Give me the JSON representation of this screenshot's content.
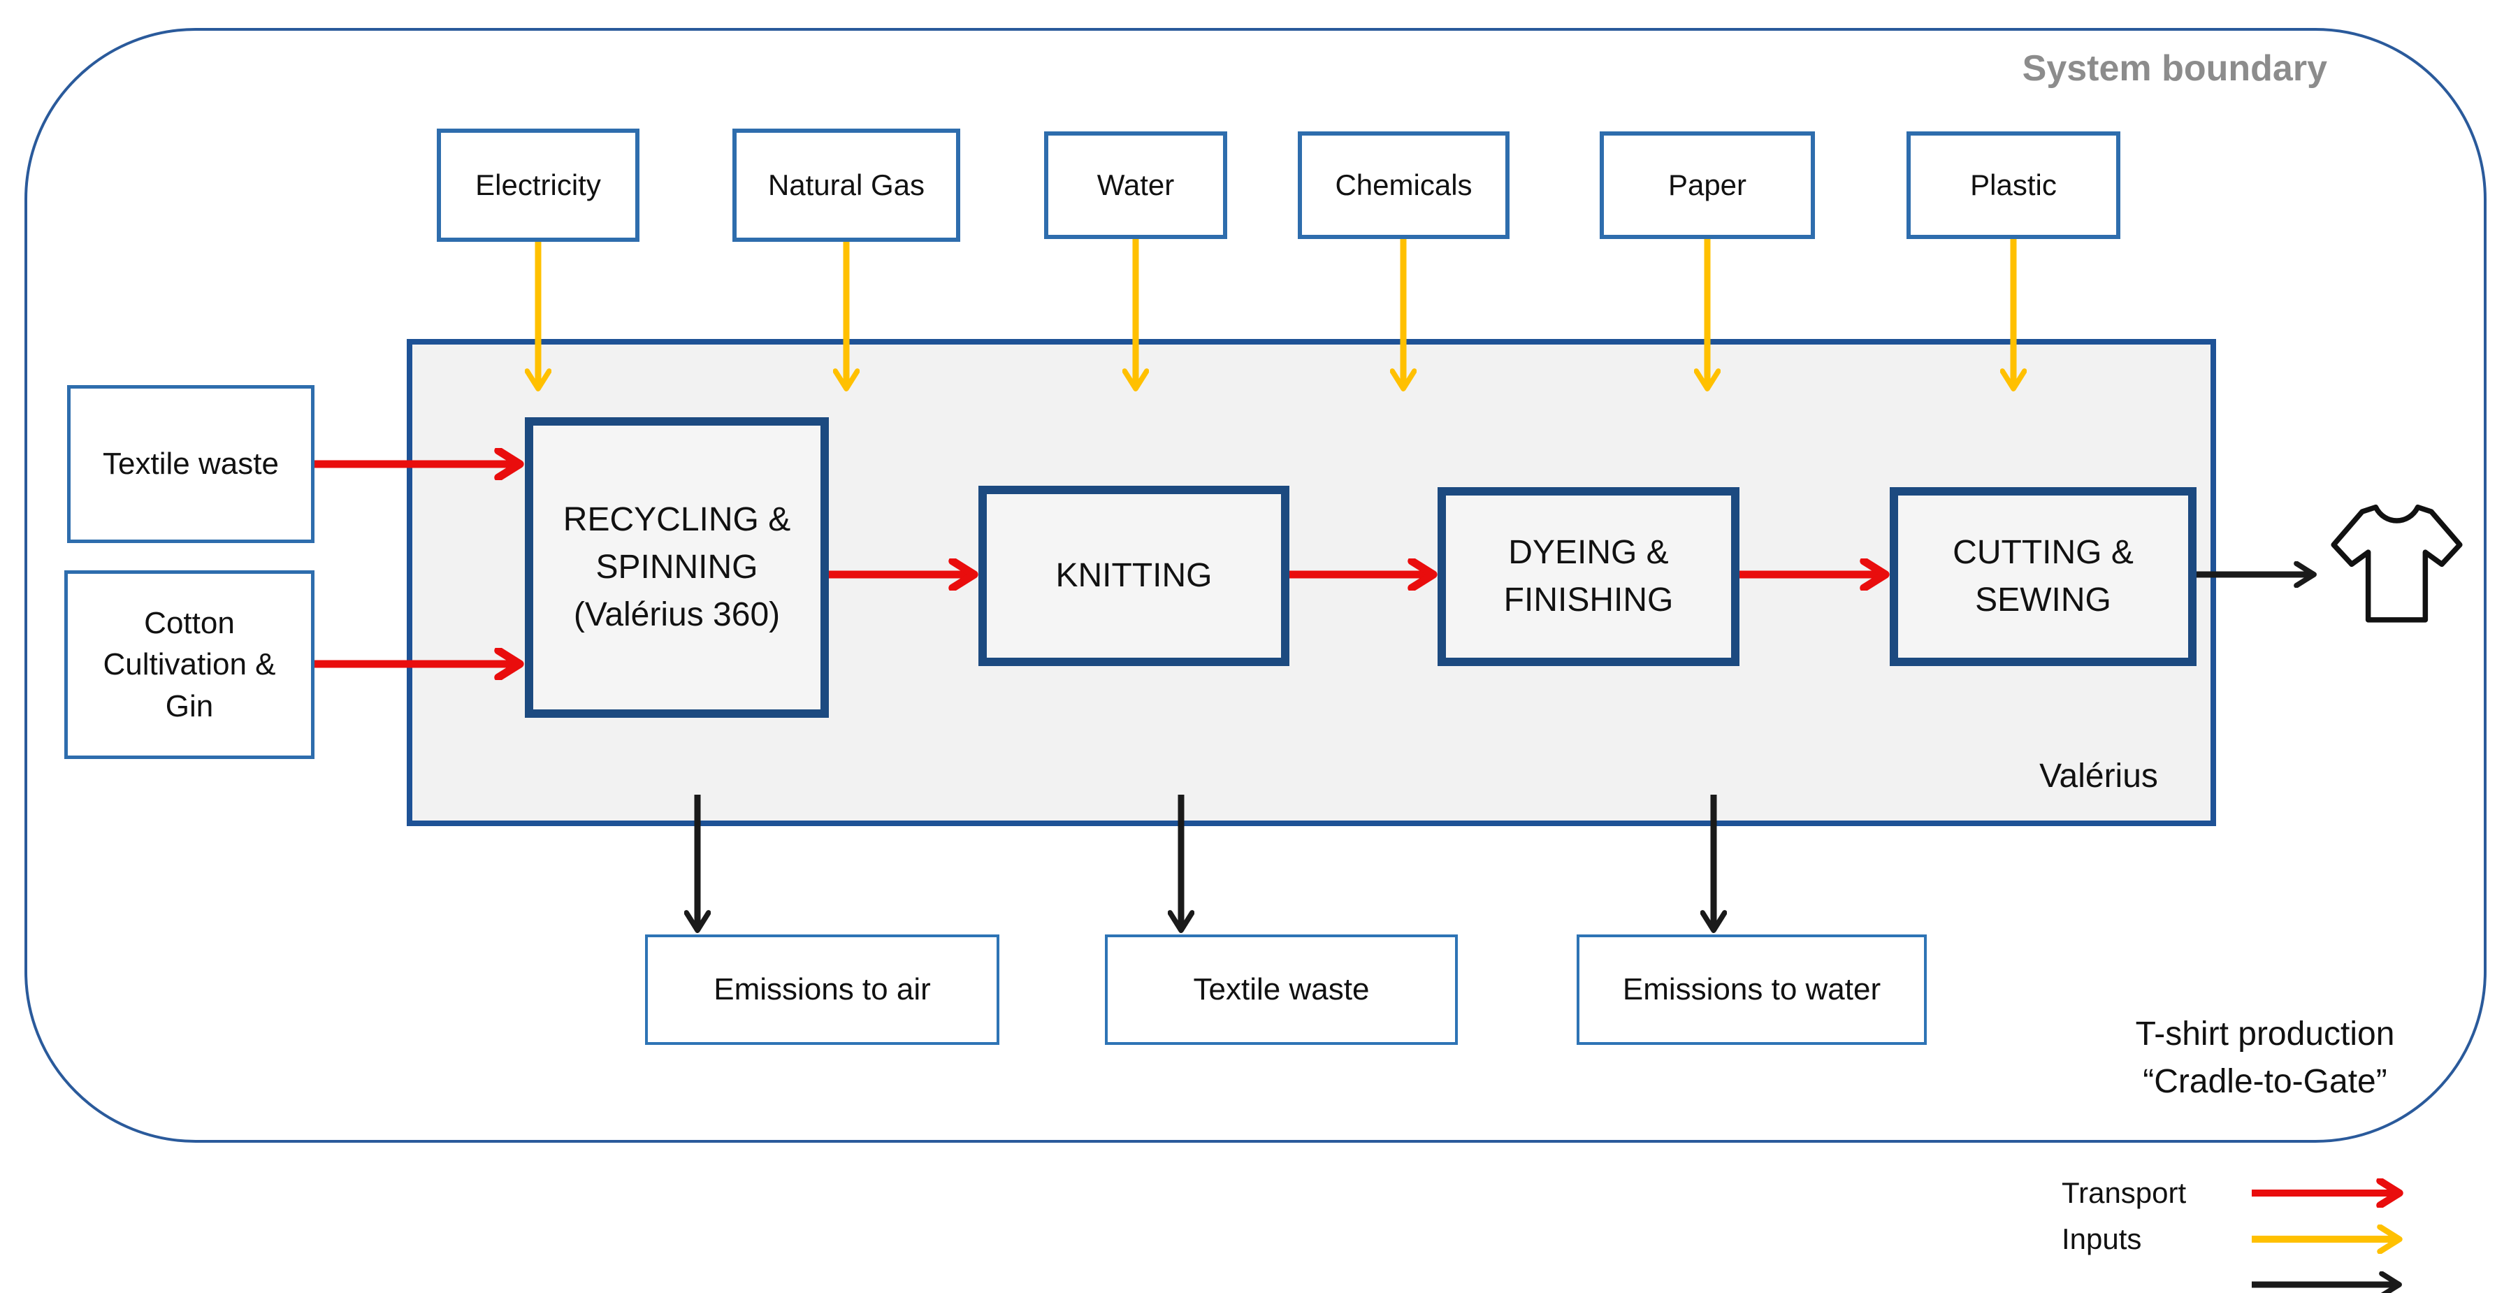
{
  "boundary_label": "System boundary",
  "colors": {
    "boundary_border": "#2a5a9b",
    "input_box_border": "#2e6dad",
    "output_box_border": "#2e74b5",
    "panel_border": "#1e5296",
    "panel_fill": "#f2f2f2",
    "process_border": "#1c4a80",
    "process_fill": "#f5f5f5",
    "inputs_arrow_yellow": "#ffc000",
    "transport_arrow_red": "#e90d0d",
    "flow_arrow_black": "#1a1a1a",
    "boundary_label_gray": "#8c8c8c"
  },
  "inputs_top": [
    "Electricity",
    "Natural Gas",
    "Water",
    "Chemicals",
    "Paper",
    "Plastic"
  ],
  "inputs_left": [
    "Textile waste",
    "Cotton\nCultivation &\nGin"
  ],
  "processes": [
    {
      "label": "RECYCLING &\nSPINNING\n(Valérius 360)"
    },
    {
      "label": "KNITTING"
    },
    {
      "label": "DYEING &\nFINISHING"
    },
    {
      "label": "CUTTING &\nSEWING"
    }
  ],
  "facility_label": "Valérius",
  "outputs_bottom": [
    "Emissions to air",
    "Textile waste",
    "Emissions to water"
  ],
  "caption": "T-shirt production\n“Cradle-to-Gate”",
  "legend": [
    {
      "label": "Transport",
      "arrow": "red-arrow"
    },
    {
      "label": "Inputs",
      "arrow": "yellow-arrow"
    },
    {
      "label": "",
      "arrow": "black-arrow"
    }
  ],
  "icons": {
    "product": "t-shirt-icon"
  }
}
